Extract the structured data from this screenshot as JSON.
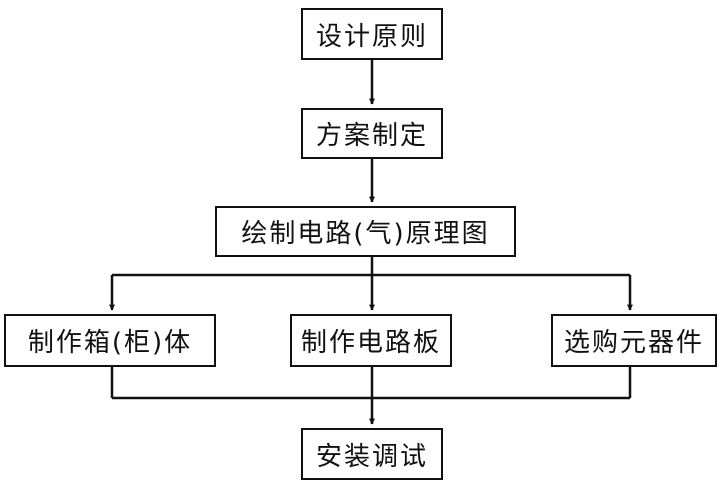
{
  "diagram": {
    "nodes": [
      {
        "id": "b1",
        "label": "设计原则"
      },
      {
        "id": "b2",
        "label": "方案制定"
      },
      {
        "id": "b3",
        "label": "绘制电路(气)原理图"
      },
      {
        "id": "b4",
        "label": "制作箱(柜)体"
      },
      {
        "id": "b5",
        "label": "制作电路板"
      },
      {
        "id": "b6",
        "label": "选购元器件"
      },
      {
        "id": "b7",
        "label": "安装调试"
      }
    ],
    "edges": [
      {
        "from": "b1",
        "to": "b2"
      },
      {
        "from": "b2",
        "to": "b3"
      },
      {
        "from": "b3",
        "to": "b4"
      },
      {
        "from": "b3",
        "to": "b5"
      },
      {
        "from": "b3",
        "to": "b6"
      },
      {
        "from": "b4",
        "to": "b7"
      },
      {
        "from": "b5",
        "to": "b7"
      },
      {
        "from": "b6",
        "to": "b7"
      }
    ],
    "line_color": "#111111"
  }
}
